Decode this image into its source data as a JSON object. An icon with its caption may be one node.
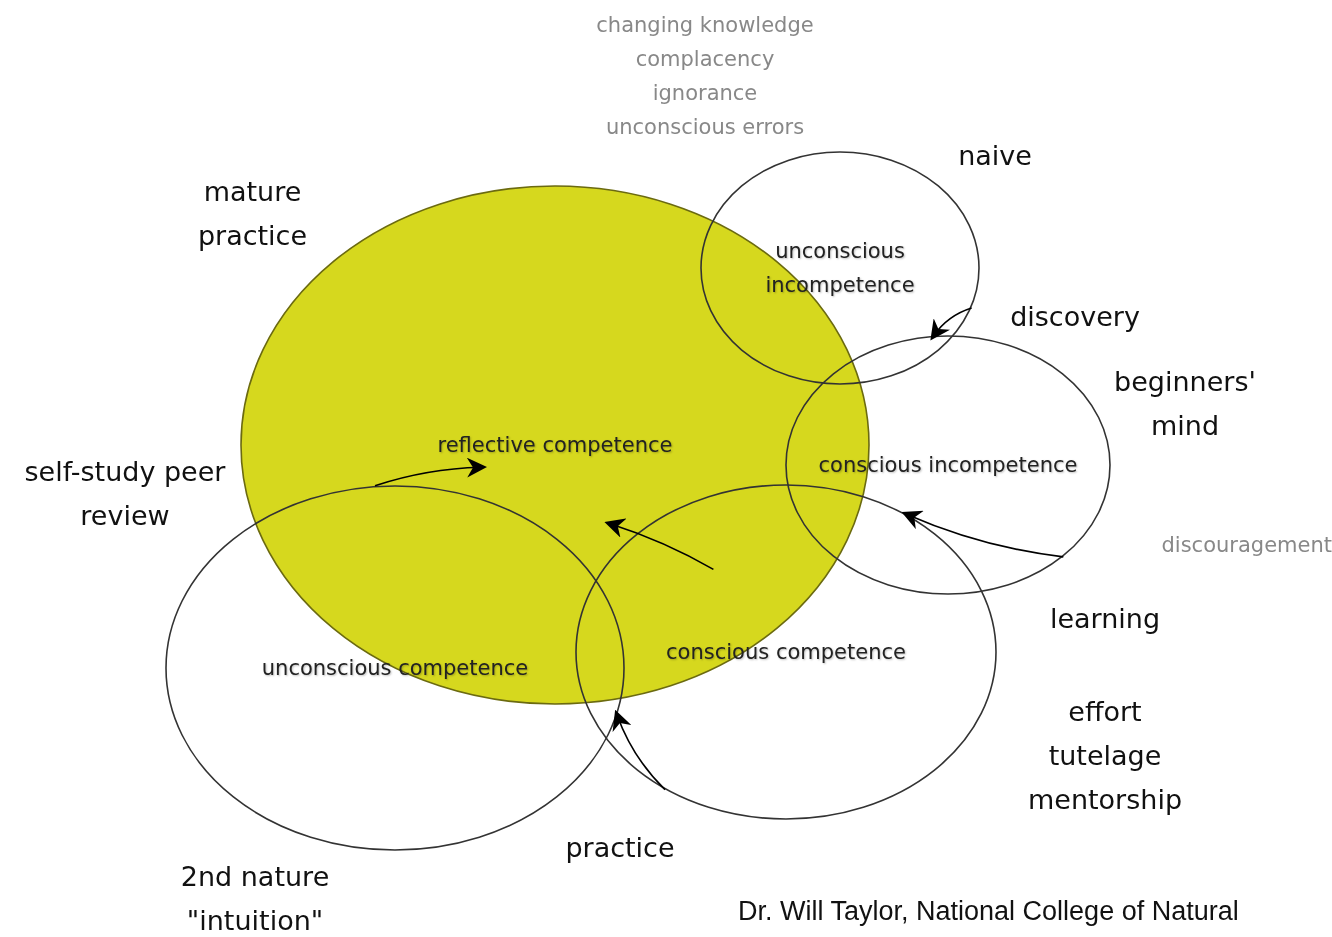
{
  "diagram": {
    "caption": "Dr. Will Taylor, National College of Natural",
    "nodes": [
      {
        "text": [
          "reflective competence"
        ]
      },
      {
        "text": [
          "unconscious incompetence"
        ]
      },
      {
        "text": [
          "conscious incompetence"
        ]
      },
      {
        "text": [
          "conscious competence"
        ]
      },
      {
        "text": [
          "unconscious competence"
        ]
      }
    ],
    "edges": [
      {
        "from": 1,
        "to": 2,
        "arrow": "to"
      },
      {
        "from": 2,
        "to": 3,
        "arrow": "to"
      },
      {
        "from": 3,
        "to": 4,
        "arrow": "to"
      },
      {
        "from": 4,
        "to": 0,
        "arrow": "to"
      },
      {
        "from": 3,
        "to": 0,
        "arrow": "to"
      }
    ],
    "labels": [
      "changing knowledge",
      "complacency",
      "ignorance",
      "unconscious errors",
      "naive",
      "mature practice",
      "discovery",
      "beginners' mind",
      "self-study peer review",
      "discouragement",
      "learning",
      "effort tutelage mentorship",
      "practice",
      "2nd nature \"intuition\""
    ]
  }
}
